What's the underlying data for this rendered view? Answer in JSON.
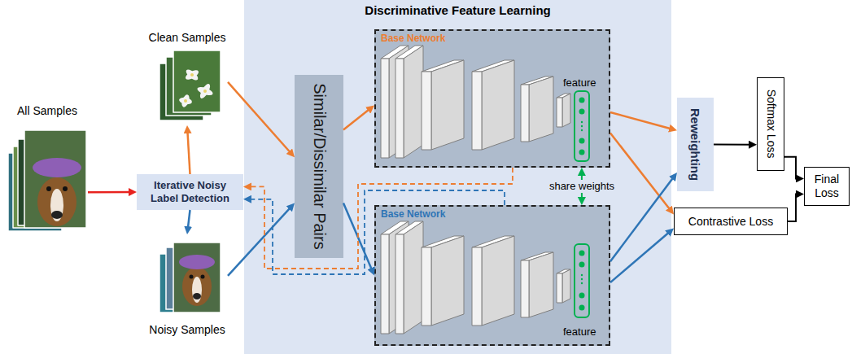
{
  "diagram": {
    "nodes": [
      {
        "text": [
          "All Samples"
        ]
      },
      {
        "text": [
          "Iterative Noisy Label Detection"
        ]
      },
      {
        "text": [
          "Clean Samples"
        ]
      },
      {
        "text": [
          "Noisy Samples"
        ]
      },
      {
        "text": [
          "Discriminative Feature Learning"
        ]
      },
      {
        "text": [
          "Similar/Dissimilar Pairs"
        ],
        "in": 4
      },
      {
        "text": [
          "Base Network",
          "feature"
        ],
        "in": 4
      },
      {
        "text": [
          "Base Network",
          "feature"
        ],
        "in": 4
      },
      {
        "text": [
          "Reweighting"
        ]
      },
      {
        "text": [
          "Softmax Loss"
        ]
      },
      {
        "text": [
          "Contrastive Loss"
        ]
      },
      {
        "text": [
          "Final Loss"
        ]
      }
    ],
    "edges": [
      {
        "from": 0,
        "to": 1,
        "arrow": "to"
      },
      {
        "from": 1,
        "to": 2,
        "arrow": "to"
      },
      {
        "from": 1,
        "to": 3,
        "arrow": "to"
      },
      {
        "from": 2,
        "to": 5,
        "arrow": "to"
      },
      {
        "from": 3,
        "to": 5,
        "arrow": "to"
      },
      {
        "from": 5,
        "to": 6,
        "arrow": "to"
      },
      {
        "from": 5,
        "to": 7,
        "arrow": "to"
      },
      {
        "from": 6,
        "to": 7,
        "label": "share weights",
        "arrow": "both"
      },
      {
        "from": 6,
        "to": 1,
        "arrow": "to"
      },
      {
        "from": 7,
        "to": 1,
        "arrow": "to"
      },
      {
        "from": 6,
        "to": 8,
        "arrow": "to"
      },
      {
        "from": 6,
        "to": 10,
        "arrow": "to"
      },
      {
        "from": 7,
        "to": 8,
        "arrow": "to"
      },
      {
        "from": 7,
        "to": 10,
        "arrow": "to"
      },
      {
        "from": 8,
        "to": 9,
        "arrow": "to"
      },
      {
        "from": 9,
        "to": 11,
        "arrow": "to"
      },
      {
        "from": 10,
        "to": 11,
        "arrow": "to"
      }
    ]
  }
}
